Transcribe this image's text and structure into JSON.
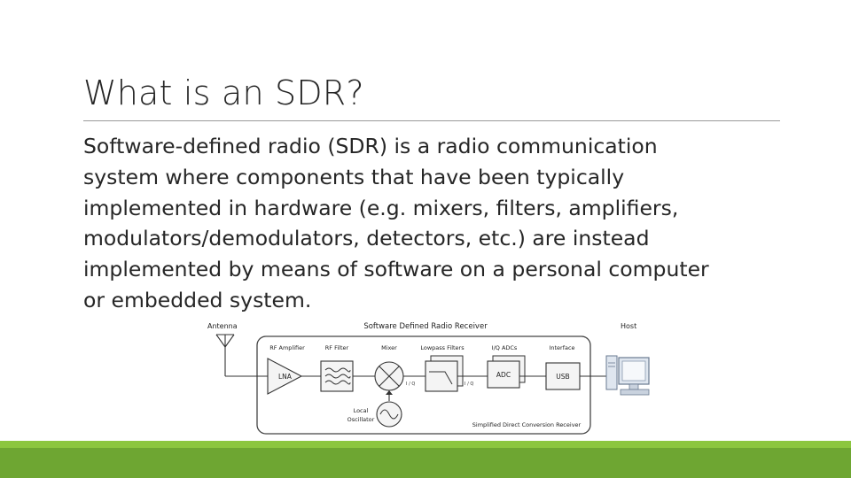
{
  "slide": {
    "title": "What is an SDR?",
    "body_lines": [
      "Software-defined radio (SDR) is a radio communication",
      "system where components that have been typically",
      "implemented in hardware (e.g. mixers, filters, amplifiers,",
      "modulators/demodulators, detectors, etc.) are instead",
      "implemented by means of software on a personal computer",
      "or embedded system."
    ]
  },
  "diagram": {
    "title": "Software Defined Radio Receiver",
    "antenna_label": "Antenna",
    "host_label": "Host",
    "stage_labels": {
      "rf_amplifier": "RF Amplifier",
      "rf_filter": "RF Filter",
      "mixer": "Mixer",
      "lowpass_filters": "Lowpass Filters",
      "iq_adcs": "I/Q ADCs",
      "interface": "Interface"
    },
    "block_labels": {
      "lna": "LNA",
      "adc": "ADC",
      "usb": "USB"
    },
    "iq_label": "I / Q",
    "local_oscillator_label": [
      "Local",
      "Oscillator"
    ],
    "caption": "Simplified Direct Conversion Receiver"
  },
  "colors": {
    "footer_green": "#6ea632",
    "footer_stripe": "#8cc63f",
    "text": "#262626"
  }
}
